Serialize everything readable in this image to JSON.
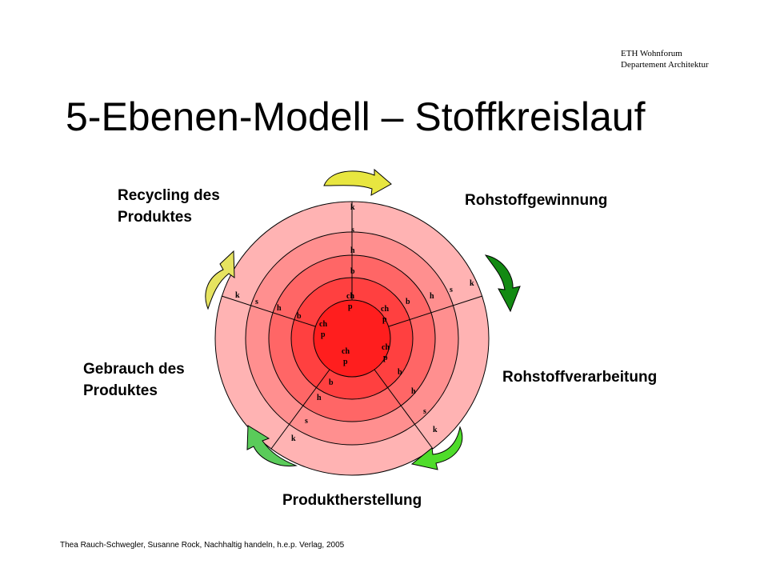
{
  "header": {
    "line1": "ETH Wohnforum",
    "line2": "Departement Architektur"
  },
  "title": "5-Ebenen-Modell – Stoffkreislauf",
  "phases": {
    "recycling": [
      "Recycling des",
      "Produktes"
    ],
    "rohstoffgewinnung": "Rohstoffgewinnung",
    "rohstoffverarbeitung": "Rohstoffverarbeitung",
    "produktherstellung": "Produktherstellung",
    "gebrauch": [
      "Gebrauch des",
      "Produktes"
    ]
  },
  "ring_letters": {
    "outer": "k",
    "ring2": "s",
    "ring3": "h",
    "ring4": "b",
    "core_top": "ch",
    "core_bottom": "p"
  },
  "colors": {
    "ring_outer": "#ffb3b3",
    "ring2": "#ff8f8f",
    "ring3": "#ff6666",
    "ring4": "#ff4040",
    "core": "#ff1e1e",
    "arrow_top": "#e8e640",
    "arrow_right": "#138a13",
    "arrow_bottom_right": "#4fdc2b",
    "arrow_bottom_left": "#5acb5a",
    "arrow_left": "#e6e360"
  },
  "footer": "Thea Rauch-Schwegler, Susanne Rock, Nachhaltig handeln, h.e.p. Verlag, 2005"
}
